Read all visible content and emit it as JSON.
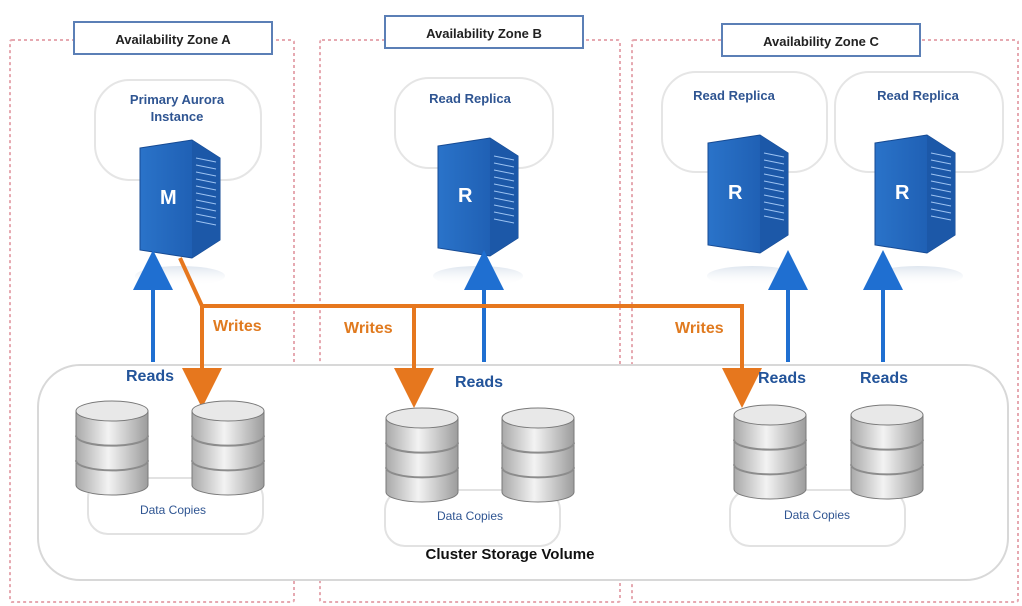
{
  "zones": [
    {
      "label": "Availability Zone A"
    },
    {
      "label": "Availability Zone B"
    },
    {
      "label": "Availability Zone C"
    }
  ],
  "instances": [
    {
      "label": "Primary Aurora Instance",
      "letter": "M",
      "role": "primary"
    },
    {
      "label": "Read Replica",
      "letter": "R",
      "role": "replica"
    },
    {
      "label": "Read Replica",
      "letter": "R",
      "role": "replica"
    },
    {
      "label": "Read Replica",
      "letter": "R",
      "role": "replica"
    }
  ],
  "labels": {
    "reads": "Reads",
    "writes": "Writes",
    "data_copies": "Data Copies",
    "storage": "Cluster Storage Volume"
  },
  "colors": {
    "server_blue": "#2a73c9",
    "read_arrow": "#1f6fd1",
    "write_arrow": "#e6771e",
    "zone_border": "#5b7fb6",
    "dashed_zone": "#e6a9b1"
  }
}
